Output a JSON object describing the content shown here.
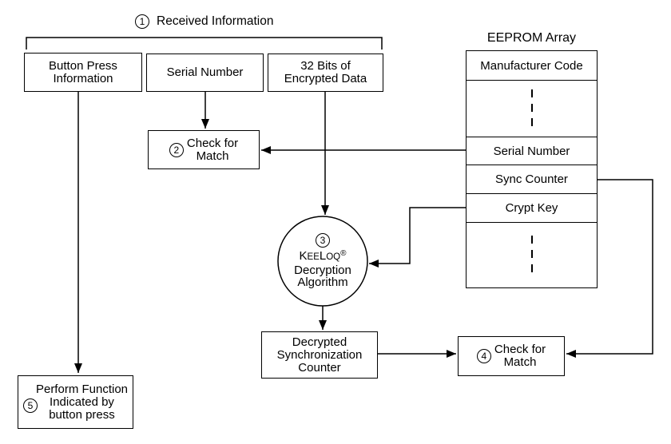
{
  "colors": {
    "line": "#000000",
    "background": "#ffffff"
  },
  "header": {
    "step": "1",
    "title": "Received Information"
  },
  "received": {
    "button_press": {
      "line1": "Button Press",
      "line2": "Information"
    },
    "serial_number": {
      "label": "Serial Number"
    },
    "encrypted_data": {
      "line1": "32 Bits of",
      "line2": "Encrypted Data"
    }
  },
  "check2": {
    "step": "2",
    "line1": "Check for",
    "line2": "Match"
  },
  "keeloq": {
    "step": "3",
    "k": "K",
    "ee": "EE",
    "l": "L",
    "oq": "OQ",
    "reg": "®",
    "line2": "Decryption",
    "line3": "Algorithm"
  },
  "decrypted_sync": {
    "line1": "Decrypted",
    "line2": "Synchronization",
    "line3": "Counter"
  },
  "check4": {
    "step": "4",
    "line1": "Check for",
    "line2": "Match"
  },
  "perform": {
    "step": "5",
    "line1": "Perform Function",
    "line2": "Indicated by",
    "line3": "button press"
  },
  "eeprom": {
    "title": "EEPROM Array",
    "rows": [
      "Manufacturer Code",
      "Serial Number",
      "Sync Counter",
      "Crypt Key"
    ]
  }
}
